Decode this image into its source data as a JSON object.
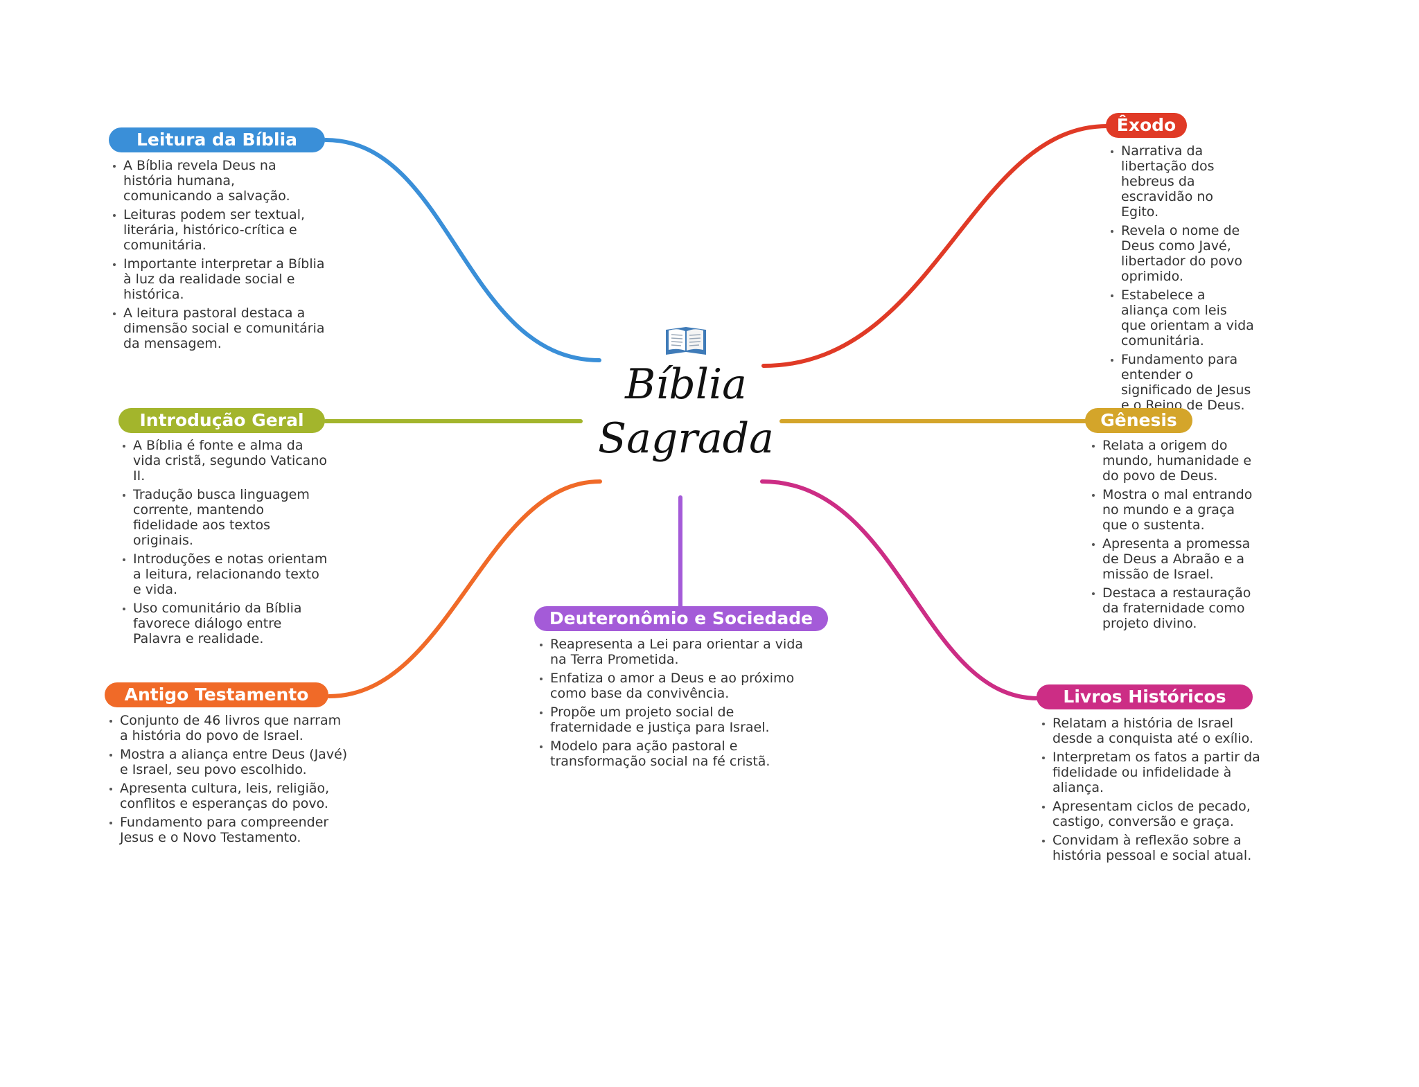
{
  "center": {
    "title_line1": "Bíblia",
    "title_line2": "Sagrada",
    "icon": "open-book-icon"
  },
  "branches": [
    {
      "id": "leitura",
      "label": "Leitura da Bíblia",
      "color": "#3a8fd8",
      "items": [
        "A Bíblia revela Deus na história humana, comunicando a salvação.",
        "Leituras podem ser textual, literária, histórico-crítica e comunitária.",
        "Importante interpretar a Bíblia à luz da realidade social e histórica.",
        "A leitura pastoral destaca a dimensão social e comunitária da mensagem."
      ]
    },
    {
      "id": "introducao",
      "label": "Introdução Geral",
      "color": "#a3b52c",
      "items": [
        "A Bíblia é fonte e alma da vida cristã, segundo Vaticano II.",
        "Tradução busca linguagem corrente, mantendo fidelidade aos textos originais.",
        "Introduções e notas orientam a leitura, relacionando texto e vida.",
        "Uso comunitário da Bíblia favorece diálogo entre Palavra e realidade."
      ]
    },
    {
      "id": "antigo",
      "label": "Antigo Testamento",
      "color": "#f06a28",
      "items": [
        "Conjunto de 46 livros que narram a história do povo de Israel.",
        "Mostra a aliança entre Deus (Javé) e Israel, seu povo escolhido.",
        "Apresenta cultura, leis, religião, conflitos e esperanças do povo.",
        "Fundamento para compreender Jesus e o Novo Testamento."
      ]
    },
    {
      "id": "deuteronomio",
      "label": "Deuteronômio e Sociedade",
      "color": "#a45bd8",
      "items": [
        "Reapresenta a Lei para orientar a vida na Terra Prometida.",
        "Enfatiza o amor a Deus e ao próximo como base da convivência.",
        "Propõe um projeto social de fraternidade e justiça para Israel.",
        "Modelo para ação pastoral e transformação social na fé cristã."
      ]
    },
    {
      "id": "exodo",
      "label": "Êxodo",
      "color": "#e03a26",
      "items": [
        "Narrativa da libertação dos hebreus da escravidão no Egito.",
        "Revela o nome de Deus como Javé, libertador do povo oprimido.",
        "Estabelece a aliança com leis que orientam a vida comunitária.",
        "Fundamento para entender o significado de Jesus e o Reino de Deus."
      ]
    },
    {
      "id": "genesis",
      "label": "Gênesis",
      "color": "#d4a52a",
      "items": [
        "Relata a origem do mundo, humanidade e do povo de Deus.",
        "Mostra o mal entrando no mundo e a graça que o sustenta.",
        "Apresenta a promessa de Deus a Abraão e a missão de Israel.",
        "Destaca a restauração da fraternidade como projeto divino."
      ]
    },
    {
      "id": "historicos",
      "label": "Livros Históricos",
      "color": "#cc2d85",
      "items": [
        "Relatam a história de Israel desde a conquista até o exílio.",
        "Interpretam os fatos a partir da fidelidade ou infidelidade à aliança.",
        "Apresentam ciclos de pecado, castigo, conversão e graça.",
        "Convidam à reflexão sobre a história pessoal e social atual."
      ]
    }
  ]
}
